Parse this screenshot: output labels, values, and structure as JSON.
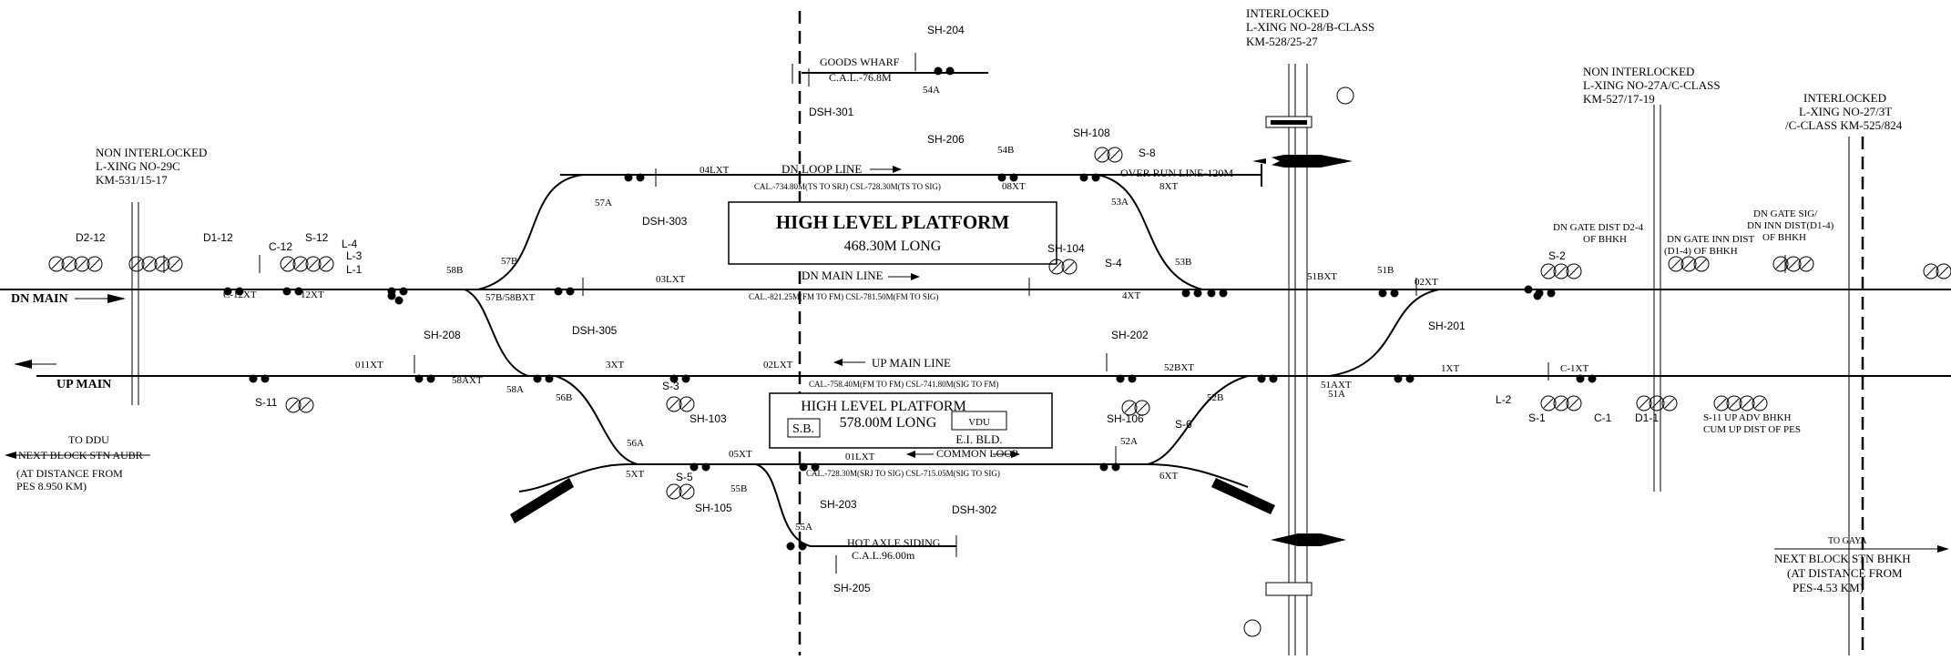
{
  "header_blocks": {
    "left_xing": [
      "NON INTERLOCKED",
      "L-XING NO-29C",
      "KM-531/15-17"
    ],
    "top_xing": [
      "INTERLOCKED",
      "L-XING NO-28/B-CLASS",
      "KM-528/25-27"
    ],
    "right_xing1": [
      "NON INTERLOCKED",
      "L-XING NO-27A/C-CLASS",
      "KM-527/17-19"
    ],
    "right_xing2": [
      "INTERLOCKED",
      "L-XING NO-27/3T",
      "/C-CLASS KM-525/824"
    ]
  },
  "lines": {
    "dn_main": "DN MAIN",
    "up_main": "UP MAIN",
    "dn_loop": "DN LOOP  LINE",
    "dn_main_line": "DN MAIN LINE",
    "up_main_line": "UP MAIN LINE",
    "common_loop": "COMMON  LOOP",
    "goods_wharf": "GOODS WHARF",
    "goods_cal": "C.A.L.-76.8M",
    "overrun": "OVER RUN LINE-120M",
    "hot_axle": "HOT AXLE SIDING",
    "hot_axle_cal": "C.A.L.96.00m"
  },
  "measurements": {
    "dn_loop": "CAL.-734.80M(TS TO SRJ)  CSL-728.30M(TS TO SIG)",
    "dn_main": "CAL.-821.25M(FM TO FM)   CSL-781.50M(FM TO SIG)",
    "up_main": "CAL.-758.40M(FM TO FM)  CSL-741.80M(SIG TO FM)",
    "common_loop": "CAL.-728.30M(SRJ TO SIG)  CSL-715.05M(SIG TO SIG)"
  },
  "platforms": {
    "top_title": "HIGH  LEVEL  PLATFORM",
    "top_len": "468.30M LONG",
    "bottom_title": "HIGH  LEVEL  PLATFORM",
    "bottom_len": "578.00M LONG",
    "sb": "S.B.",
    "vdu": "VDU",
    "ei": "E.I. BLD."
  },
  "signals": [
    "SH-204",
    "SH-206",
    "SH-108",
    "S-8",
    "DSH-301",
    "DSH-303",
    "DSH-305",
    "SH-208",
    "S-11",
    "S-3",
    "SH-103",
    "S-5",
    "SH-105",
    "SH-203",
    "SH-205",
    "DSH-302",
    "SH-104",
    "S-4",
    "SH-202",
    "SH-106",
    "S-6",
    "SH-201",
    "S-2",
    "S-1",
    "C-1",
    "D1-1",
    "D2-12",
    "D1-12",
    "C-12",
    "S-12",
    "L-4",
    "L-3",
    "L-1",
    "L-2"
  ],
  "points": [
    "57A",
    "57B",
    "58B",
    "57B/58BXT",
    "58A",
    "58AXT",
    "56A",
    "56B",
    "55A",
    "55B",
    "54A",
    "54B",
    "53A",
    "53B",
    "52A",
    "52B",
    "51A",
    "51B",
    "51AXT",
    "51BXT",
    "52BXT"
  ],
  "xt_labels": [
    "04LXT",
    "08XT",
    "8XT",
    "03LXT",
    "4XT",
    "02XT",
    "011XT",
    "3XT",
    "02LXT",
    "1XT",
    "C-1XT",
    "05XT",
    "01LXT",
    "6XT",
    "5XT",
    "12XT",
    "C-12XT"
  ],
  "right_notes": {
    "dn_gate_d2": "DN GATE DIST D2-4",
    "of_bhkh1": "OF BHKH",
    "dn_gate_inn": "DN GATE INN DIST",
    "d1_4": "(D1-4) OF BHKH",
    "dn_gate_sig": "DN GATE SIG/",
    "dn_inn": "DN INN DIST(D1-4)",
    "of_bhkh2": "OF BHKH",
    "s11": "S-11 UP ADV BHKH",
    "cum_up": "CUM UP DIST OF  PES"
  },
  "left_nav": [
    "TO  DDU",
    "NEXT BLOCK STN AUBR",
    "(AT DISTANCE FROM",
    "PES 8.950 KM)"
  ],
  "right_nav": [
    "TO GAYA",
    "NEXT BLOCK STN BHKH",
    "(AT DISTANCE FROM",
    "PES-4.53 KM)"
  ]
}
